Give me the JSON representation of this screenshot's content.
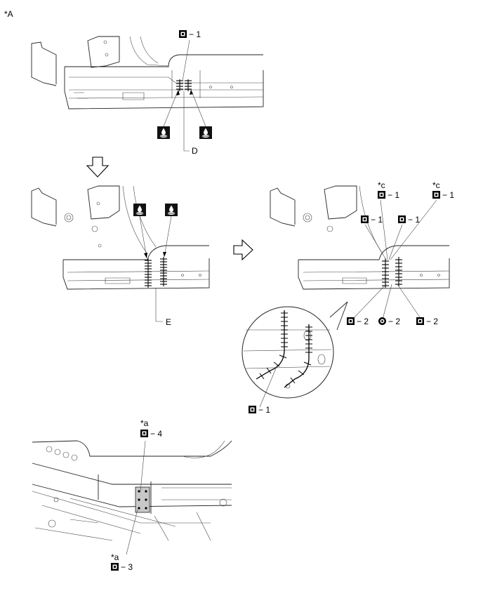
{
  "figure_tag": "*A",
  "labels": {
    "d": "D",
    "e": "E",
    "c1": "*c",
    "c2": "*c",
    "a4": "*a",
    "a3": "*a"
  },
  "weld": {
    "top_1": "− 1",
    "r_top_left": "− 1",
    "r_top_right": "− 1",
    "r_mid_left": "− 1",
    "r_mid_right": "− 1",
    "r_bot_left": "− 2",
    "r_bot_mid": "− 2",
    "r_bot_right": "− 2",
    "zoom_1": "− 1",
    "bottom_4": "− 4",
    "bottom_3": "− 3"
  },
  "icons": [
    "weld-square-icon",
    "weld-circle-icon",
    "sealer-icon",
    "down-arrow-icon",
    "right-arrow-icon"
  ]
}
